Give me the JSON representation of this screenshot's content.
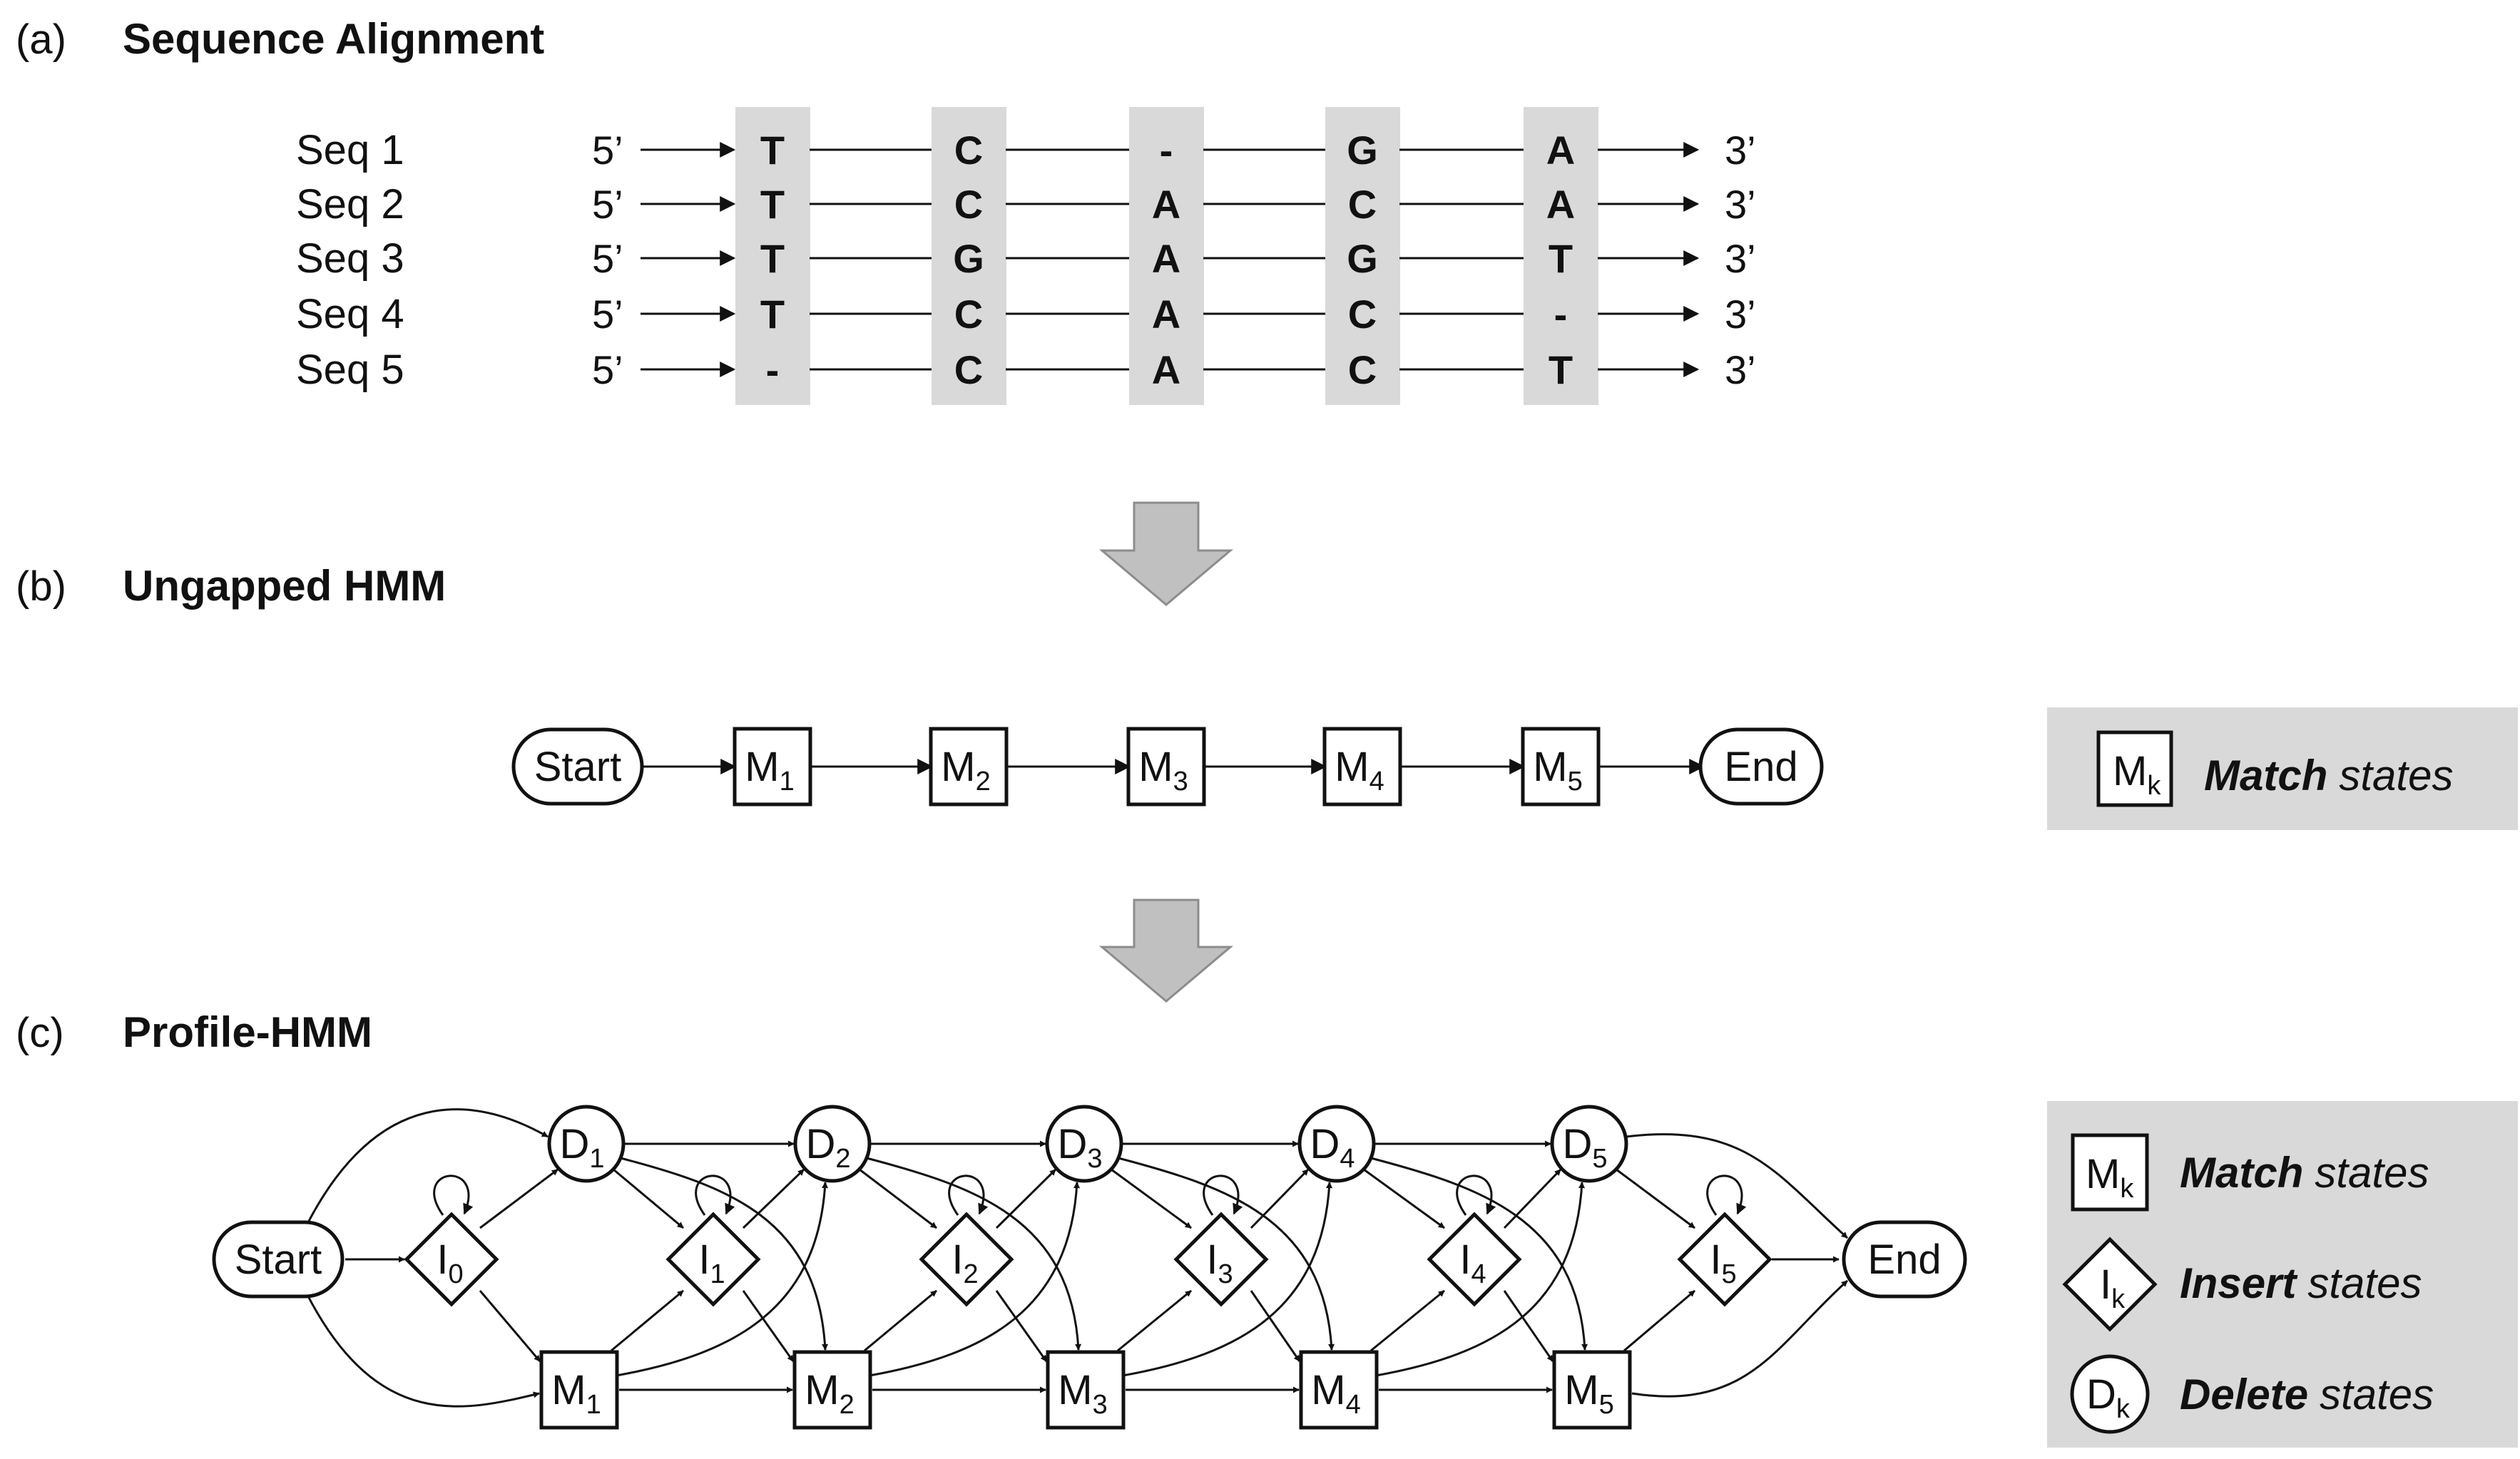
{
  "panels": {
    "a": {
      "label": "(a)",
      "title": "Sequence Alignment"
    },
    "b": {
      "label": "(b)",
      "title": "Ungapped HMM"
    },
    "c": {
      "label": "(c)",
      "title": "Profile-HMM"
    }
  },
  "alignment": {
    "end5": "5’",
    "end3": "3’",
    "rows": [
      {
        "name": "Seq 1",
        "bases": [
          "T",
          "C",
          "-",
          "G",
          "A"
        ]
      },
      {
        "name": "Seq 2",
        "bases": [
          "T",
          "C",
          "A",
          "C",
          "A"
        ]
      },
      {
        "name": "Seq 3",
        "bases": [
          "T",
          "G",
          "A",
          "G",
          "T"
        ]
      },
      {
        "name": "Seq 4",
        "bases": [
          "T",
          "C",
          "A",
          "C",
          "-"
        ]
      },
      {
        "name": "Seq 5",
        "bases": [
          "-",
          "C",
          "A",
          "C",
          "T"
        ]
      }
    ]
  },
  "nodes": {
    "start": "Start",
    "end": "End",
    "match_prefix": "M",
    "insert_prefix": "I",
    "delete_prefix": "D",
    "match_indices": [
      "1",
      "2",
      "3",
      "4",
      "5"
    ],
    "insert_indices": [
      "0",
      "1",
      "2",
      "3",
      "4",
      "5"
    ],
    "delete_indices": [
      "1",
      "2",
      "3",
      "4",
      "5"
    ]
  },
  "legend": {
    "k": "k",
    "match_bold": "Match",
    "insert_bold": "Insert",
    "delete_bold": "Delete",
    "states": "states"
  },
  "colors": {
    "column_shade": "#d9d9d9",
    "legend_bg": "#d9d9d9",
    "arrow_fill": "#c0c0c0",
    "line": "#111111"
  }
}
